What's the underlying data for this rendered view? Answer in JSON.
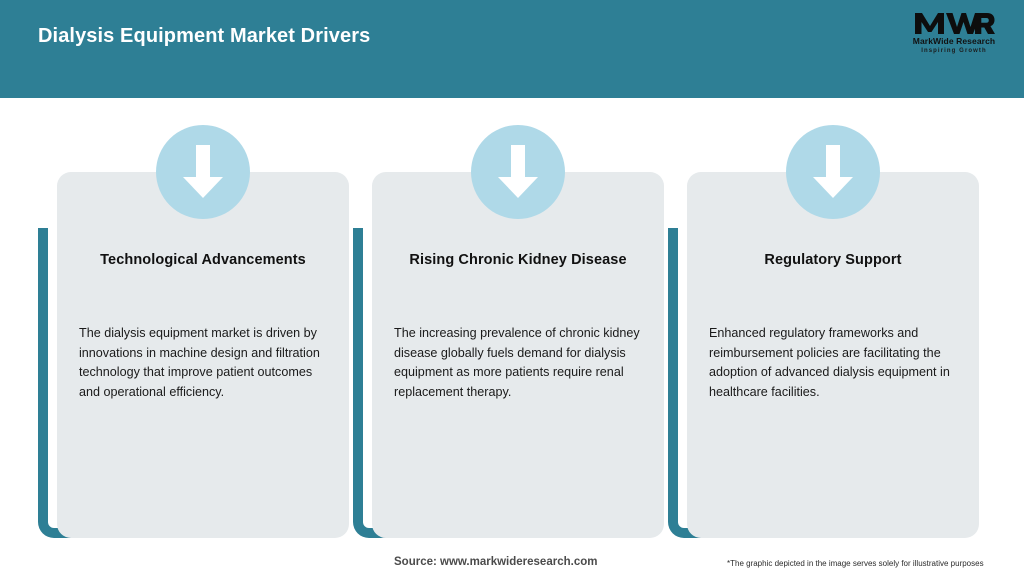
{
  "header": {
    "title": "Dialysis Equipment Market Drivers",
    "bar_color": "#2E7F95",
    "title_color": "#FFFFFF"
  },
  "logo": {
    "mark": "MWR",
    "name": "MarkWide Research",
    "tagline": "Inspiring Growth"
  },
  "theme": {
    "accent": "#2E7F95",
    "card_bg": "#E6EAEC",
    "icon_circle": "#AFD9E8",
    "arrow": "#FFFFFF",
    "page_bg": "#FFFFFF"
  },
  "cards": [
    {
      "icon": "arrow-down-icon",
      "title": "Technological Advancements",
      "text": "The dialysis equipment market is driven by innovations in machine design and filtration technology that improve patient outcomes and operational efficiency."
    },
    {
      "icon": "arrow-down-icon",
      "title": "Rising Chronic Kidney Disease",
      "text": "The increasing prevalence of chronic kidney disease globally fuels demand for dialysis equipment as more patients require renal replacement therapy."
    },
    {
      "icon": "arrow-down-icon",
      "title": "Regulatory Support",
      "text": "Enhanced regulatory frameworks and reimbursement policies are facilitating the adoption of advanced dialysis equipment in healthcare facilities."
    }
  ],
  "footer": {
    "source": "Source: www.markwideresearch.com",
    "disclaimer": "*The graphic depicted in the image serves solely for illustrative purposes"
  }
}
